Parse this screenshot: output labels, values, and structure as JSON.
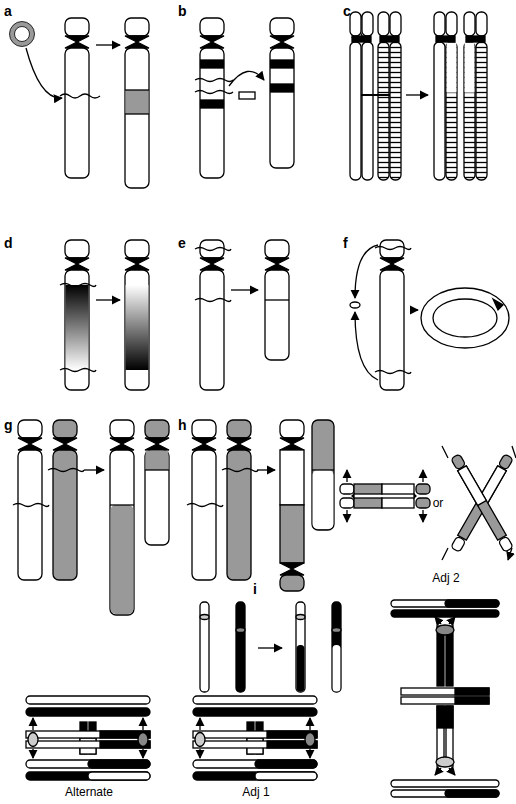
{
  "diagram": {
    "labels": [
      "a",
      "b",
      "c",
      "d",
      "e",
      "f",
      "g",
      "h",
      "i",
      "or",
      "Alternate",
      "Adj 1",
      "Adj 2"
    ]
  }
}
